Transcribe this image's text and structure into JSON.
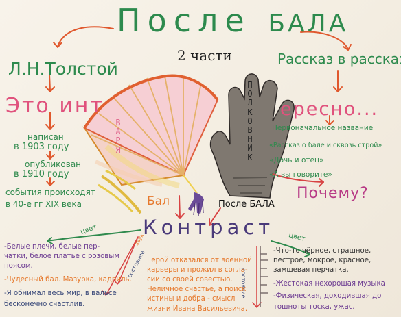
{
  "title": {
    "word1": "После",
    "word2": "БАЛА"
  },
  "two_parts": "2 части",
  "author": "Л.Н.Толстой",
  "story_in_story": "Рассказ в рассказе",
  "interesting": {
    "part1": "Это инт",
    "part2": "ересно..."
  },
  "varya": "ВАРЯ",
  "colonel": "ПОЛКОВНИК",
  "facts": {
    "written_label": "написан",
    "written_year": "в 1903 году",
    "published_label": "опубликован",
    "published_year": "в 1910 году",
    "events_line1": "события происходят",
    "events_line2": "в 40-е гг XIX века"
  },
  "original_title": {
    "label": "Первоначальное название",
    "items": [
      "«Рассказ о бале и сквозь строй»",
      "«Дочь и отец»",
      "«А вы говорите»"
    ]
  },
  "why": "Почему?",
  "ball_label": "Бал",
  "after_ball_label": "После БАЛА",
  "contrast": "Контраст",
  "arrow_labels": {
    "color_left": "цвет",
    "color_right": "цвет",
    "sound_left": "звук",
    "feelings_left": "состояние",
    "feelings_right": "состояние"
  },
  "left_column": [
    "-Белые плечи, белые пер-",
    "чатки, белое платье с розовым",
    "поясом.",
    "-Чудесный бал. Мазурка, кадриль.",
    "-Я обнимал весь мир, в вальсе",
    "бесконечно счастлив."
  ],
  "middle_column": [
    "Герой отказался от военной",
    "карьеры и прожил в согла-",
    "сии со своей совестью.",
    "Неличное счастье, а поиск",
    "истины и добра - смысл",
    "жизни Ивана Васильевича."
  ],
  "right_column": [
    "-Что-то чёрное, страшное,",
    "пёстрое, мокрое, красное,",
    "замшевая перчатка.",
    "-Жестокая нехорошая музыка",
    "-Физическая, доходившая до",
    "тошноты тоска, ужас."
  ],
  "colors": {
    "green": "#2f8a4d",
    "pink": "#e0527d",
    "red": "#d84343",
    "gold": "#d39a27",
    "glove": "#7f7870",
    "paper": "#f6f1e6"
  }
}
